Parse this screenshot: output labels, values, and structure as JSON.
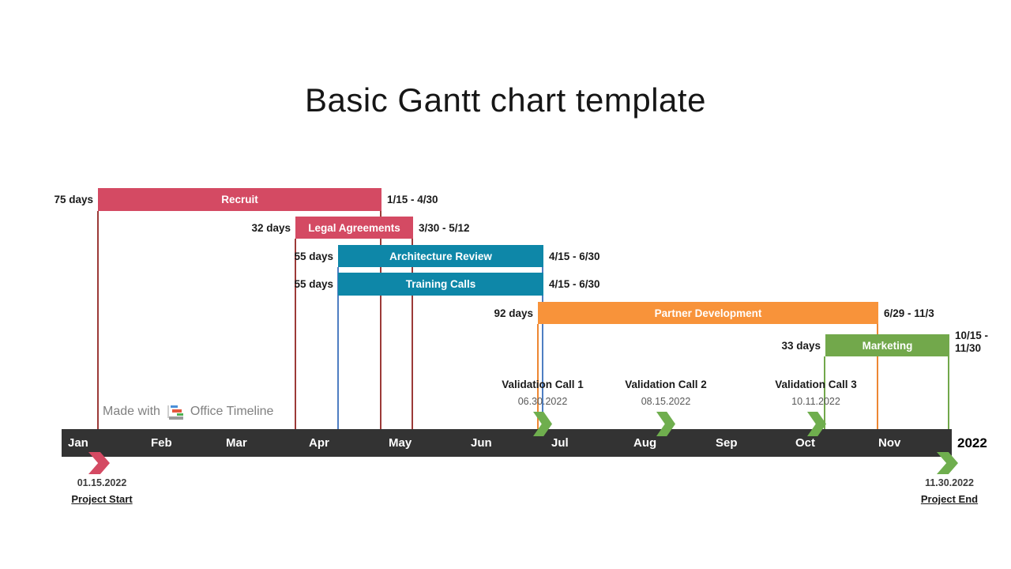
{
  "watermark": {
    "prefix": "Made with",
    "brand": "Office Timeline"
  },
  "colors": {
    "task_pink": "#d44a63",
    "task_teal": "#0e87a8",
    "task_orange": "#f8933a",
    "task_green": "#72a84b",
    "timeline_band": "#333333",
    "connector_red": "#9c3a38",
    "connector_blue": "#4e7ec2",
    "connector_orange": "#ed8733",
    "connector_green": "#72a84b",
    "milestone_marker": "#6fae4e"
  },
  "chart_data": {
    "type": "bar",
    "subtype": "gantt",
    "title": "Basic Gantt chart template",
    "year": "2022",
    "months": [
      "Jan",
      "Feb",
      "Mar",
      "Apr",
      "May",
      "Jun",
      "Jul",
      "Aug",
      "Sep",
      "Oct",
      "Nov"
    ],
    "tasks": [
      {
        "name": "Recruit",
        "duration_label": "75 days",
        "duration_days": 75,
        "start": "1/15",
        "end": "4/30",
        "date_range": "1/15 - 4/30",
        "color": "#d44a63"
      },
      {
        "name": "Legal Agreements",
        "duration_label": "32 days",
        "duration_days": 32,
        "start": "3/30",
        "end": "5/12",
        "date_range": "3/30 - 5/12",
        "color": "#d44a63"
      },
      {
        "name": "Architecture Review",
        "duration_label": "55 days",
        "duration_days": 55,
        "start": "4/15",
        "end": "6/30",
        "date_range": "4/15 - 6/30",
        "color": "#0e87a8"
      },
      {
        "name": "Training Calls",
        "duration_label": "55 days",
        "duration_days": 55,
        "start": "4/15",
        "end": "6/30",
        "date_range": "4/15 - 6/30",
        "color": "#0e87a8"
      },
      {
        "name": "Partner Development",
        "duration_label": "92 days",
        "duration_days": 92,
        "start": "6/29",
        "end": "11/3",
        "date_range": "6/29 - 11/3",
        "color": "#f8933a"
      },
      {
        "name": "Marketing",
        "duration_label": "33 days",
        "duration_days": 33,
        "start": "10/15",
        "end": "11/30",
        "date_range": "10/15 - 11/30",
        "color": "#72a84b"
      }
    ],
    "milestones": [
      {
        "name": "Validation Call 1",
        "date": "06.30.2022"
      },
      {
        "name": "Validation Call 2",
        "date": "08.15.2022"
      },
      {
        "name": "Validation Call 3",
        "date": "10.11.2022"
      }
    ],
    "project_start": {
      "date": "01.15.2022",
      "label": "Project Start"
    },
    "project_end": {
      "date": "11.30.2022",
      "label": "Project End"
    }
  }
}
